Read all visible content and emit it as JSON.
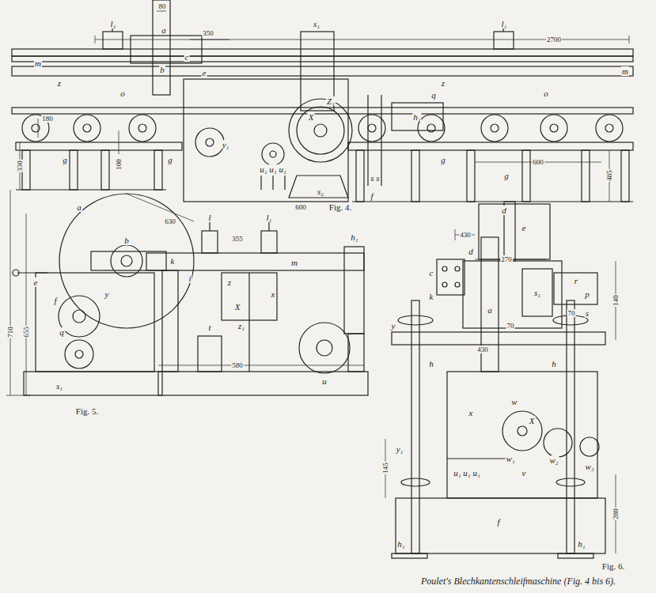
{
  "diagram": {
    "caption": "Poulet's Blechkantenschleifmaschine (Fig. 4 bis 6).",
    "labels": [
      "80",
      "a",
      "b",
      "350",
      "2700",
      "c",
      "e",
      "s₁",
      "l₁",
      "l₁",
      "m",
      "m",
      "z",
      "z",
      "o",
      "o",
      "180",
      "100",
      "330",
      "g",
      "g",
      "g",
      "g",
      "y₁",
      "X",
      "Z₁",
      "u₁ u₁ u₁",
      "s₂",
      "h₁",
      "q",
      "s s",
      "f",
      "600",
      "600",
      "485",
      "Fig. 4.",
      "a",
      "b",
      "630",
      "e",
      "f",
      "y",
      "q",
      "l",
      "355",
      "l₁",
      "k",
      "i",
      "m",
      "h₁",
      "z",
      "x",
      "X",
      "z₁",
      "u",
      "t",
      "580",
      "710",
      "655",
      "s₁",
      "Fig. 5.",
      "d",
      "e",
      "430",
      "270",
      "d",
      "c",
      "k",
      "a",
      "s₁",
      "70",
      "r",
      "p",
      "70",
      "s",
      "140",
      "430",
      "y",
      "h",
      "h",
      "x",
      "w",
      "X",
      "w₂",
      "w₃",
      "w₁",
      "v",
      "y₁",
      "145",
      "u₁ u₁ u₁",
      "f",
      "280",
      "h₁",
      "h₁",
      "Fig. 6."
    ]
  }
}
